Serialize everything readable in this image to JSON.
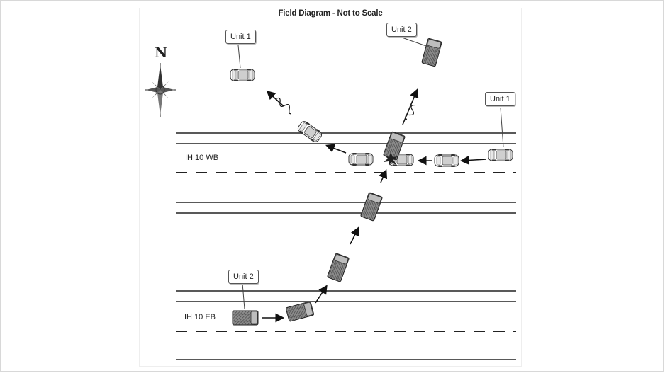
{
  "diagram": {
    "title": "Field Diagram - Not to Scale",
    "compass_label": "N",
    "roads": {
      "wb_label": "IH 10 WB",
      "eb_label": "IH 10 EB"
    },
    "callouts": {
      "unit1_top": "Unit 1",
      "unit2_top": "Unit 2",
      "unit1_right": "Unit 1",
      "unit2_bottom": "Unit 2"
    }
  }
}
